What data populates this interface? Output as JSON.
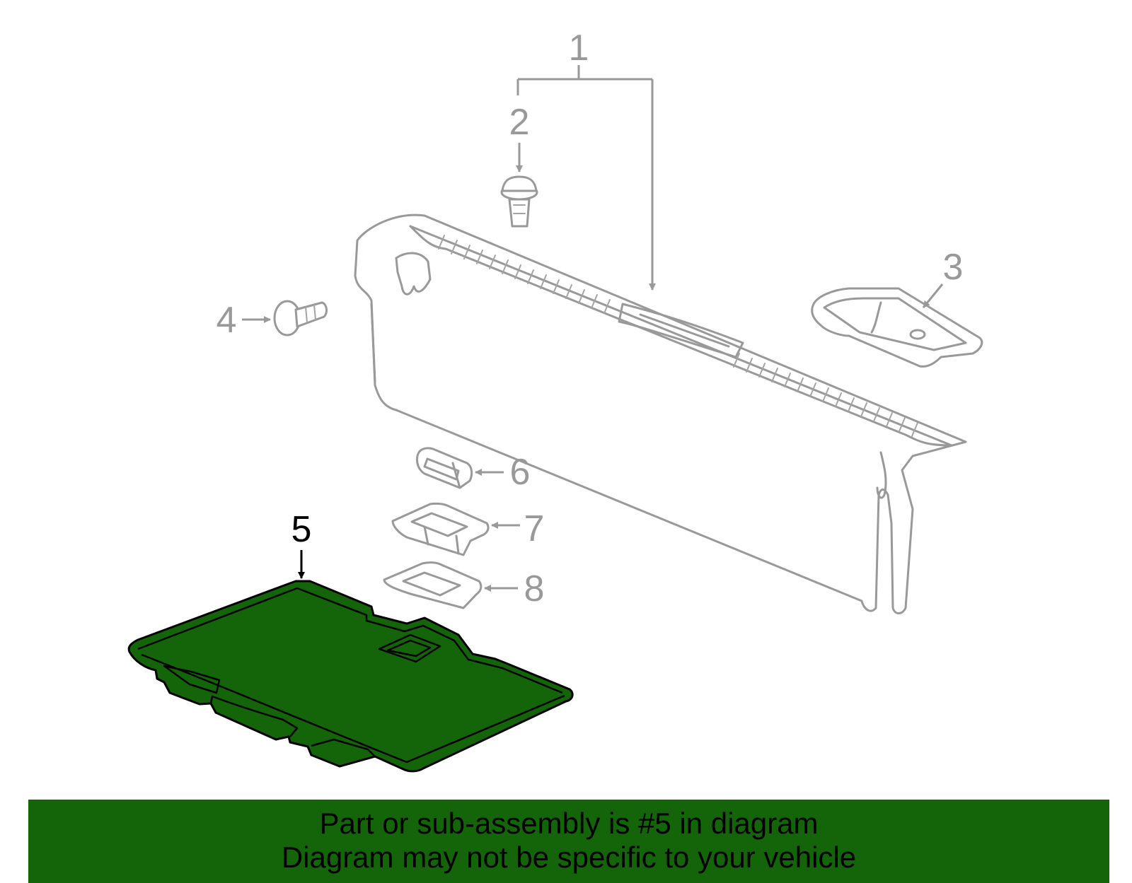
{
  "diagram": {
    "highlighted_part": "5",
    "callouts": [
      {
        "id": "1",
        "label": "1"
      },
      {
        "id": "2",
        "label": "2"
      },
      {
        "id": "3",
        "label": "3"
      },
      {
        "id": "4",
        "label": "4"
      },
      {
        "id": "5",
        "label": "5"
      },
      {
        "id": "6",
        "label": "6"
      },
      {
        "id": "7",
        "label": "7"
      },
      {
        "id": "8",
        "label": "8"
      }
    ]
  },
  "colors": {
    "highlight_fill": "#146409",
    "part_outline": "#999999",
    "banner_bg": "#146409"
  },
  "banner": {
    "line1": "Part or sub-assembly is #5 in diagram",
    "line2": "Diagram may not be specific to your vehicle"
  }
}
